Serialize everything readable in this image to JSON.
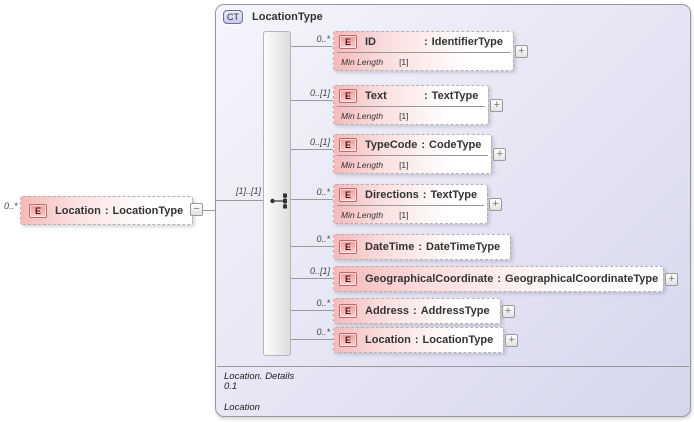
{
  "icons": {
    "element_badge": "E",
    "complex_type_badge": "CT",
    "expand": "+",
    "collapse": "−"
  },
  "labels": {
    "separator": ":"
  },
  "colors": {
    "element_fill": "#f5baba",
    "element_badge_border": "#c06868",
    "container_fill": "#dcdcf0",
    "connector": "#9a9a9a"
  },
  "root_element": {
    "cardinality": "0..*",
    "name": "Location",
    "type": "LocationType"
  },
  "complex_type": {
    "title": "LocationType",
    "model_cardinality": "[1]..[1]",
    "compositor": "sequence",
    "children": [
      {
        "cardinality": "0..*",
        "name": "ID",
        "type": "IdentifierType",
        "facet": {
          "name": "Min Length",
          "value": "[1]"
        }
      },
      {
        "cardinality": "0..[1]",
        "name": "Text",
        "type": "TextType",
        "facet": {
          "name": "Min Length",
          "value": "[1]"
        }
      },
      {
        "cardinality": "0..[1]",
        "name": "TypeCode",
        "type": "CodeType",
        "facet": {
          "name": "Min Length",
          "value": "[1]"
        }
      },
      {
        "cardinality": "0..*",
        "name": "Directions",
        "type": "TextType",
        "facet": {
          "name": "Min Length",
          "value": "[1]"
        }
      },
      {
        "cardinality": "0..*",
        "name": "DateTime",
        "type": "DateTimeType"
      },
      {
        "cardinality": "0..[1]",
        "name": "GeographicalCoordinate",
        "type": "GeographicalCoordinateType"
      },
      {
        "cardinality": "0..*",
        "name": "Address",
        "type": "AddressType"
      },
      {
        "cardinality": "0..*",
        "name": "Location",
        "type": "LocationType"
      }
    ],
    "footer": {
      "line1": "Location. Details",
      "line2": "0.1",
      "line3": "Location"
    }
  }
}
